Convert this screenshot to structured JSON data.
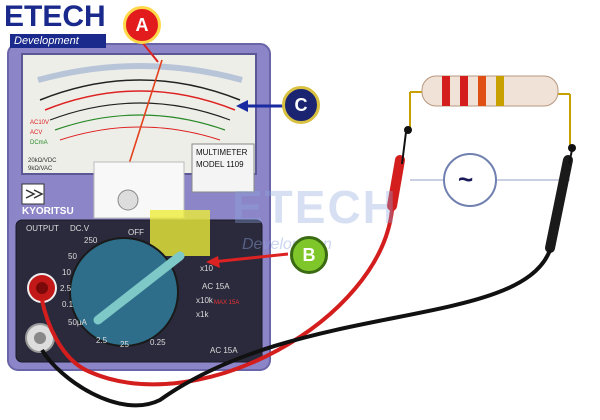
{
  "logo": {
    "brand": "ETECH",
    "tagline": "Development"
  },
  "watermark": {
    "brand": "ETECH",
    "tagline": "Developmen"
  },
  "callouts": {
    "a": "A",
    "b": "B",
    "c": "C"
  },
  "meter": {
    "label": "MULTIMETER",
    "model": "MODEL 1109",
    "brand": "KYORITSU",
    "output": "OUTPUT",
    "dcv": "DC.V",
    "off": "OFF",
    "ac15a_top": "AC 15A",
    "ac15a_bottom": "AC 15A",
    "max": "MAX 15A",
    "dcv_ticks": [
      "250",
      "50",
      "10",
      "2.5",
      "0.1"
    ],
    "ohm_ticks": [
      "x10",
      "x1k",
      "x10k"
    ],
    "dcma_ticks": [
      "50µA",
      "2.5",
      "25",
      "0.25"
    ],
    "scale_labels": [
      "AC10V",
      "ACV",
      "DCmA",
      "20kΩ/VDC",
      "9kΩ/VAC"
    ]
  },
  "ac_source": {
    "symbol": "~"
  },
  "colors": {
    "accent_red": "#e21c1c",
    "callout_b": "#7ec62a",
    "callout_c": "#1a2470",
    "brand_blue": "#1a2a8c"
  }
}
